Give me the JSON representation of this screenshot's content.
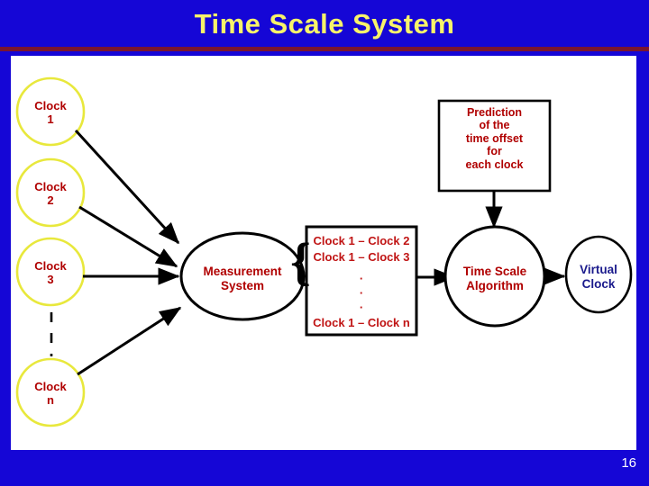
{
  "slide": {
    "title": "Time Scale System",
    "page_number": "16",
    "colors": {
      "background": "#1506d6",
      "title_text": "#f7f36a",
      "rule": "#7a1630",
      "canvas": "#ffffff",
      "clock_outline": "#e8e83c",
      "clock_text": "#b00000",
      "box_text": "#c01414",
      "virtual_clock_text": "#1a1a8c",
      "connector": "#000000"
    }
  },
  "diagram": {
    "clocks": [
      {
        "name": "clock-1",
        "line1": "Clock",
        "line2": "1"
      },
      {
        "name": "clock-2",
        "line1": "Clock",
        "line2": "2"
      },
      {
        "name": "clock-3",
        "line1": "Clock",
        "line2": "3"
      },
      {
        "name": "clock-n",
        "line1": "Clock",
        "line2": "n"
      }
    ],
    "measurement_system": {
      "line1": "Measurement",
      "line2": "System"
    },
    "differences_box": {
      "rows": [
        "Clock 1 – Clock 2",
        "Clock 1 – Clock 3"
      ],
      "ellipsis": "·",
      "last_row": "Clock 1 – Clock n"
    },
    "prediction_box": {
      "line1": "Prediction",
      "line2": "of the",
      "line3": "time offset",
      "line4": "for",
      "line5": "each clock"
    },
    "time_scale_algorithm": {
      "line1": "Time Scale",
      "line2": "Algorithm"
    },
    "virtual_clock": {
      "line1": "Virtual",
      "line2": "Clock"
    },
    "brace_glyph": "{"
  }
}
